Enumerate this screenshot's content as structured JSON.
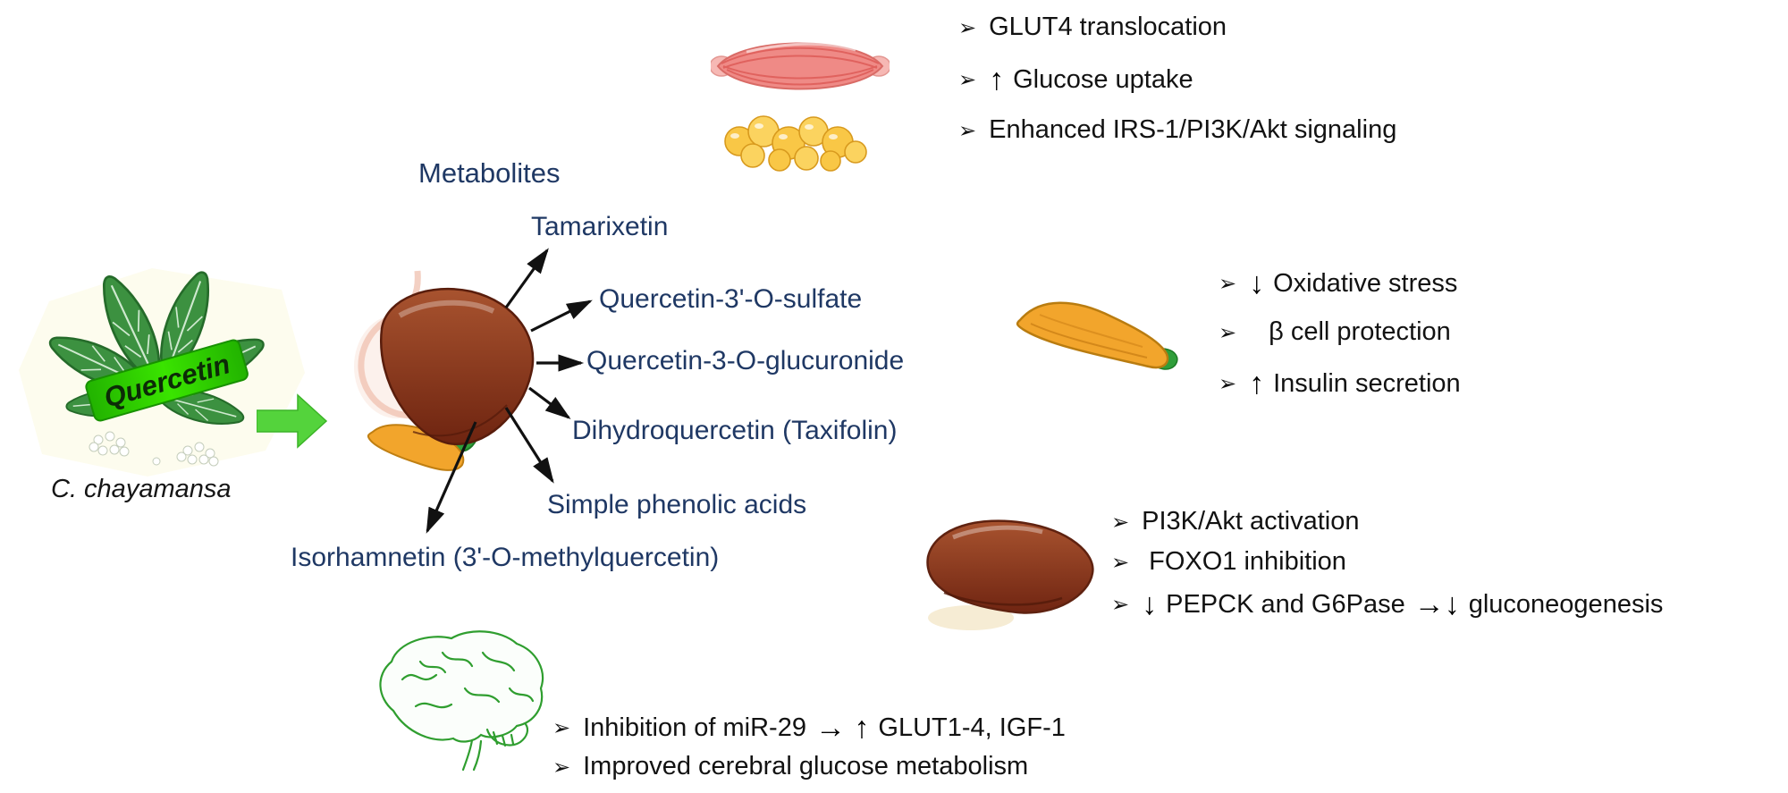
{
  "colors": {
    "metabolite_text": "#1f3864",
    "body_text": "#121212",
    "banner_green": "#2ed300",
    "flow_arrow_green": "#54d33c",
    "liver_brown": "#9a4527",
    "pancreas_orange": "#f2a52c",
    "muscle_pink": "#ef8a86",
    "adipose_yellow": "#f9c746",
    "brain_green": "#2f9e2f"
  },
  "source": {
    "banner_label": "Quercetin",
    "caption": "C. chayamansa",
    "plant_icon": "chaya-plant-icon",
    "flow_icon": "green-right-arrow-icon",
    "organ_icon": "liver-pancreas-stomach-icon"
  },
  "metabolites": {
    "header": "Metabolites",
    "items": [
      "Tamarixetin",
      "Quercetin-3'-O-sulfate",
      "Quercetin-3-O-glucuronide",
      "Dihydroquercetin (Taxifolin)",
      "Simple phenolic acids",
      "Isorhamnetin (3'-O-methylquercetin)"
    ]
  },
  "effects": {
    "muscle_adipose": {
      "icons": [
        "skeletal-muscle-icon",
        "adipose-tissue-icon"
      ],
      "bullets": [
        {
          "marker": "➢",
          "pre": "",
          "text": "GLUT4 translocation",
          "mid": "",
          "tail": ""
        },
        {
          "marker": "➢",
          "pre": "↑",
          "text": "Glucose uptake",
          "mid": "",
          "tail": ""
        },
        {
          "marker": "➢",
          "pre": "",
          "text": "Enhanced IRS-1/PI3K/Akt signaling",
          "mid": "",
          "tail": ""
        }
      ]
    },
    "pancreas": {
      "icons": [
        "pancreas-icon"
      ],
      "bullets": [
        {
          "marker": "➢",
          "pre": "↓",
          "text": "Oxidative stress",
          "mid": "",
          "tail": ""
        },
        {
          "marker": "➢",
          "pre": "",
          "text": "β cell protection",
          "mid": "",
          "tail": ""
        },
        {
          "marker": "➢",
          "pre": "↑",
          "text": "Insulin secretion",
          "mid": "",
          "tail": ""
        }
      ]
    },
    "liver": {
      "icons": [
        "liver-icon"
      ],
      "bullets": [
        {
          "marker": "➢",
          "pre": "",
          "text": "PI3K/Akt activation",
          "mid": "",
          "tail": ""
        },
        {
          "marker": "➢",
          "pre": "",
          "text": "FOXO1 inhibition",
          "mid": "",
          "tail": ""
        },
        {
          "marker": "➢",
          "pre": "↓",
          "text": "PEPCK and G6Pase",
          "mid": "→↓",
          "tail": "gluconeogenesis"
        }
      ]
    },
    "brain": {
      "icons": [
        "brain-icon"
      ],
      "bullets": [
        {
          "marker": "➢",
          "pre": "",
          "text": "Inhibition of miR-29",
          "mid": "→ ↑",
          "tail": "GLUT1-4, IGF-1"
        },
        {
          "marker": "➢",
          "pre": "",
          "text": "Improved cerebral glucose metabolism",
          "mid": "",
          "tail": ""
        }
      ]
    }
  }
}
